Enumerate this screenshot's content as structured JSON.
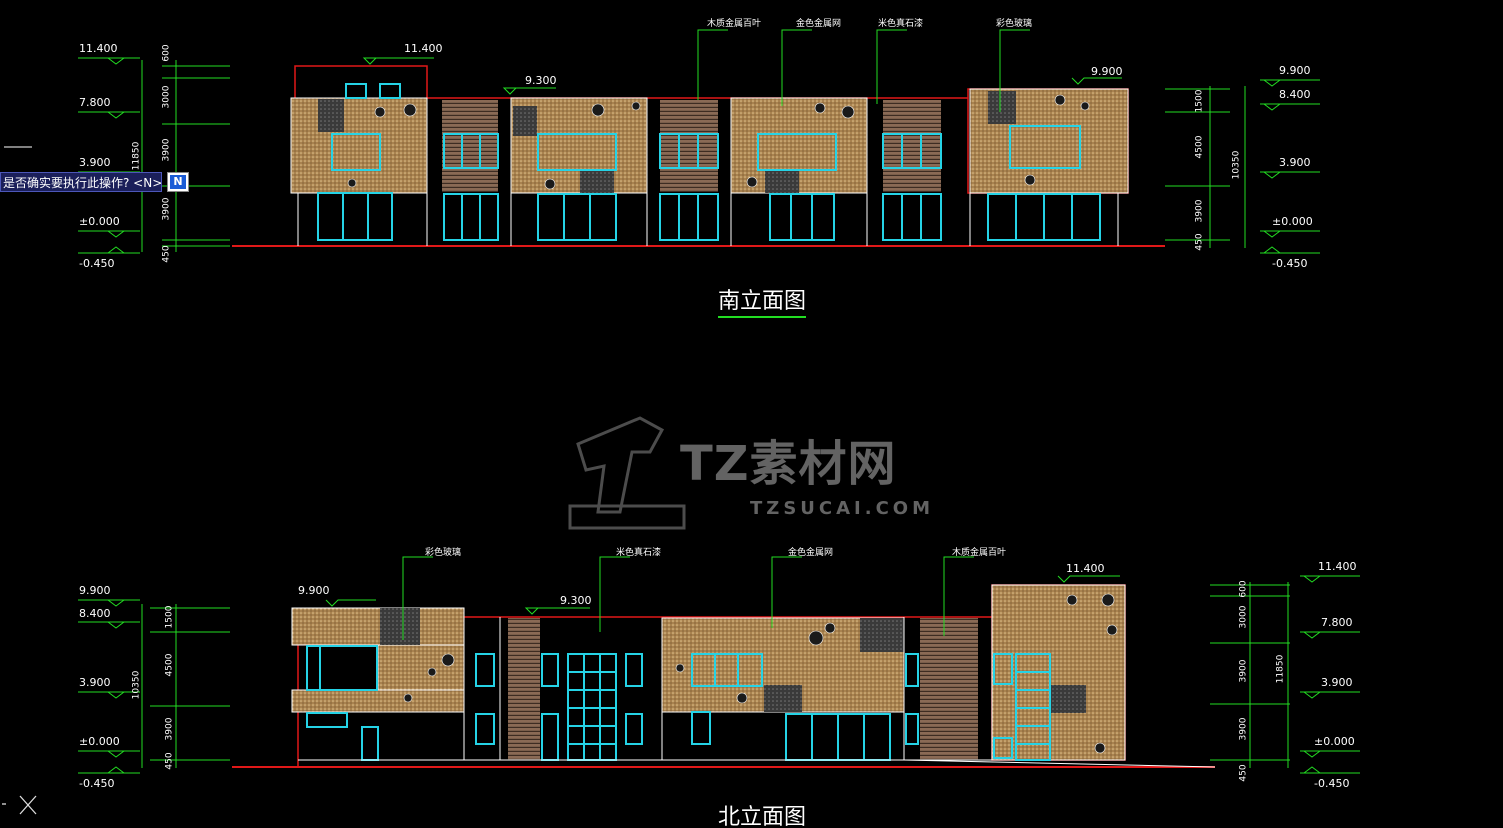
{
  "prompt": {
    "text": "是否确实要执行此操作? <N>",
    "option": "N"
  },
  "watermark": {
    "brand": "TZ素材网",
    "url": "TZSUCAI.COM"
  },
  "south": {
    "title": "南立面图",
    "notes": [
      "木质金属百叶",
      "金色金属网",
      "米色真石漆",
      "彩色玻璃"
    ],
    "levels_left": [
      "11.400",
      "7.800",
      "3.900",
      "±0.000",
      "-0.450"
    ],
    "levels_right": [
      "9.900",
      "8.400",
      "3.900",
      "±0.000",
      "-0.450"
    ],
    "top_levels": [
      "11.400",
      "9.300",
      "9.900"
    ],
    "dims_left": [
      "600",
      "3000",
      "3900",
      "3900",
      "450",
      "11850"
    ],
    "dims_right": [
      "1500",
      "4500",
      "3900",
      "450",
      "10350"
    ]
  },
  "north": {
    "title": "北立面图",
    "notes": [
      "彩色玻璃",
      "米色真石漆",
      "金色金属网",
      "木质金属百叶"
    ],
    "levels_left": [
      "9.900",
      "8.400",
      "3.900",
      "±0.000",
      "-0.450"
    ],
    "levels_right": [
      "11.400",
      "7.800",
      "3.900",
      "±0.000",
      "-0.450"
    ],
    "top_levels": [
      "9.900",
      "9.300",
      "11.400"
    ],
    "dims_left": [
      "1500",
      "4500",
      "3900",
      "450",
      "10350"
    ],
    "dims_right": [
      "600",
      "3000",
      "3900",
      "3900",
      "450",
      "11850"
    ]
  },
  "colors": {
    "background": "#000000",
    "panel": "#b8925e",
    "window": "#25d3e6",
    "ground": "#e11818",
    "dimension": "#22dd22",
    "text": "#ffffff"
  }
}
